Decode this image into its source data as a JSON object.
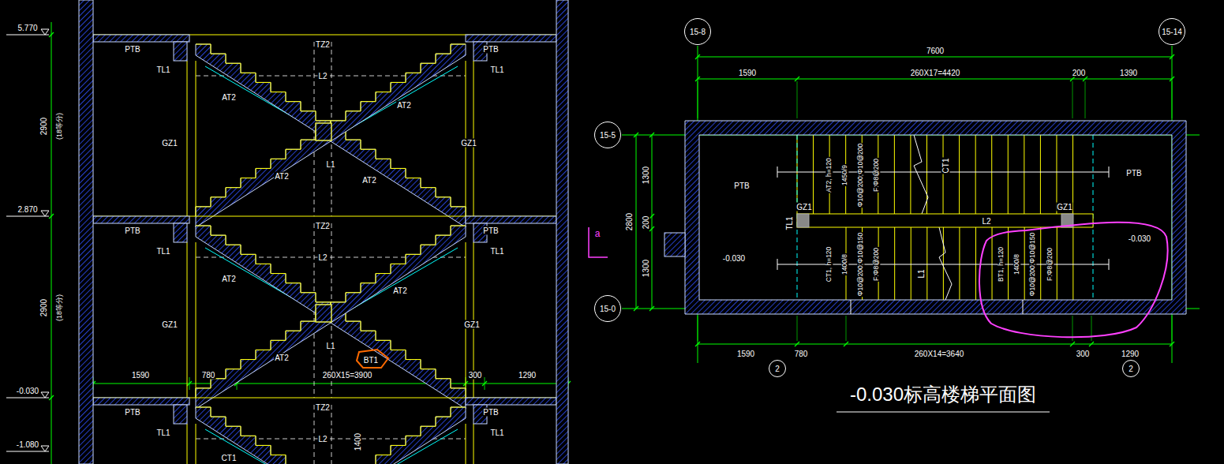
{
  "diagram": {
    "title": "-0.030标高楼梯平面图",
    "nodes": [
      {
        "text": [
          "15-8"
        ]
      },
      {
        "text": [
          "15-14"
        ]
      },
      {
        "text": [
          "15-5"
        ]
      },
      {
        "text": [
          "15-0"
        ]
      },
      {
        "text": [
          "2"
        ]
      },
      {
        "text": [
          "2"
        ]
      }
    ],
    "labels": [
      "5.770",
      "PTB",
      "TZ2",
      "PTB",
      "TL1",
      "TL1",
      "L2",
      "AT2",
      "AT2",
      "2900",
      "(18等分)",
      "GZ1",
      "GZ1",
      "L1",
      "AT2",
      "AT2",
      "2.870",
      "TZ2",
      "PTB",
      "PTB",
      "TL1",
      "TL1",
      "L2",
      "AT2",
      "AT2",
      "2900",
      "(18等分)",
      "GZ1",
      "GZ1",
      "L1",
      "AT2",
      "BT1",
      "260X15=3900",
      "1590",
      "780",
      "300",
      "1290",
      "-0.030",
      "PTB",
      "TZ2",
      "PTB",
      "L2",
      "TL1",
      "TL1",
      "-1.080",
      "1400",
      "CT1",
      "7600",
      "1590",
      "260X17=4420",
      "200",
      "1390",
      "2800",
      "1300",
      "200",
      "1300",
      "PTB",
      "PTB",
      "AT2, h=120",
      "1450/9",
      "Φ10@200;Φ10@200",
      "F:Φ8@200",
      "CT1",
      "GZ1",
      "GZ1",
      "TL1",
      "L2",
      "-0.030",
      "-0.030",
      "CT1, h=120",
      "1400/8",
      "Φ10@200;Φ10@150",
      "F:Φ8@200",
      "L1",
      "BT1, h=120",
      "1400/8",
      "Φ10@200;Φ10@150",
      "F:Φ8@200",
      "1590",
      "780",
      "260X14=3640",
      "300",
      "1290",
      "a"
    ]
  }
}
